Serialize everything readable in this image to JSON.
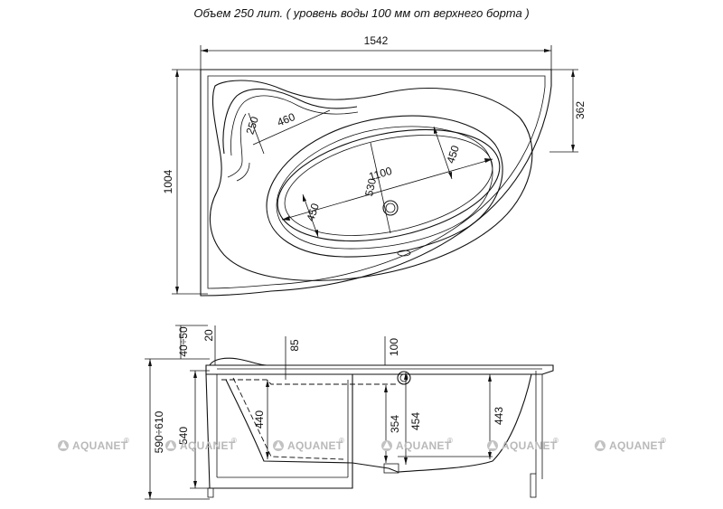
{
  "title": "Объем 250 лит. ( уровень воды 100 мм от верхнего борта )",
  "top_view": {
    "dims": {
      "width": "1542",
      "depth": "1004",
      "side": "362",
      "headrest_a": "250",
      "headrest_b": "460",
      "length": "1100",
      "inner_width": "530",
      "width_left": "450",
      "width_right": "450"
    }
  },
  "side_view": {
    "dims": {
      "rim": "40÷50",
      "seat_gap": "20",
      "step": "85",
      "lip": "100",
      "total_height": "590÷610",
      "height": "540",
      "inner_left": "440",
      "depth_a": "354",
      "depth_b": "454",
      "depth_c": "443"
    }
  },
  "watermark": {
    "text": "AQUANET",
    "mark": "®"
  }
}
